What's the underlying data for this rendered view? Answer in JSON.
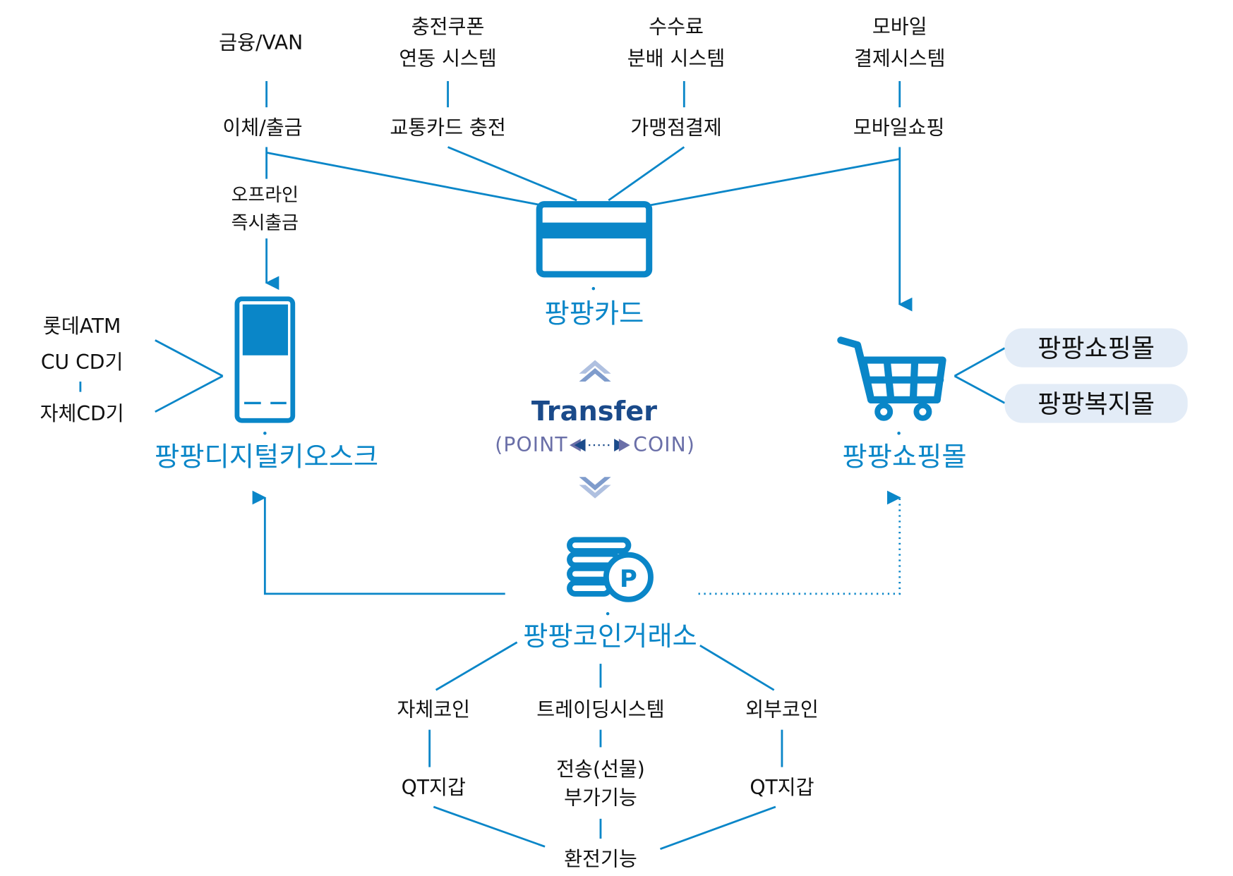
{
  "colors": {
    "accent": "#0a86c8",
    "navy": "#1a4a8a",
    "pill_bg": "#e3ecf7",
    "chevron": "#7f9ccc"
  },
  "top": {
    "finance_van": "금융/VAN",
    "coupon_1": "충전쿠폰",
    "coupon_2": "연동 시스템",
    "fee_1": "수수료",
    "fee_2": "분배 시스템",
    "mobile_1": "모바일",
    "mobile_2": "결제시스템"
  },
  "second": {
    "transfer_withdraw": "이체/출금",
    "transit_charge": "교통카드 충전",
    "merchant_pay": "가맹점결제",
    "mobile_shopping": "모바일쇼핑"
  },
  "offline_1": "오프라인",
  "offline_2": "즉시출금",
  "card_label": "팡팡카드",
  "kiosk_label": "팡팡디지털키오스크",
  "atm": {
    "lotte": "롯데ATM",
    "cu": "CU CD기",
    "own": "자체CD기"
  },
  "shop": {
    "label": "팡팡쇼핑몰",
    "pills": [
      "팡팡쇼핑몰",
      "팡팡복지몰"
    ]
  },
  "transfer": {
    "title": "Transfer",
    "left": "(POINT",
    "right": "COIN)"
  },
  "exchange": {
    "label": "팡팡코인거래소",
    "coin_letter": "P",
    "own_coin": "자체코인",
    "trading": "트레이딩시스템",
    "external_coin": "외부코인",
    "qt_wallet_left": "QT지갑",
    "send_1": "전송(선물)",
    "send_2": "부가기능",
    "qt_wallet_right": "QT지갑",
    "fx": "환전기능"
  },
  "icons": [
    "card-icon",
    "kiosk-icon",
    "cart-icon",
    "coin-stack-icon",
    "chevron-up-icon",
    "chevron-down-icon"
  ]
}
